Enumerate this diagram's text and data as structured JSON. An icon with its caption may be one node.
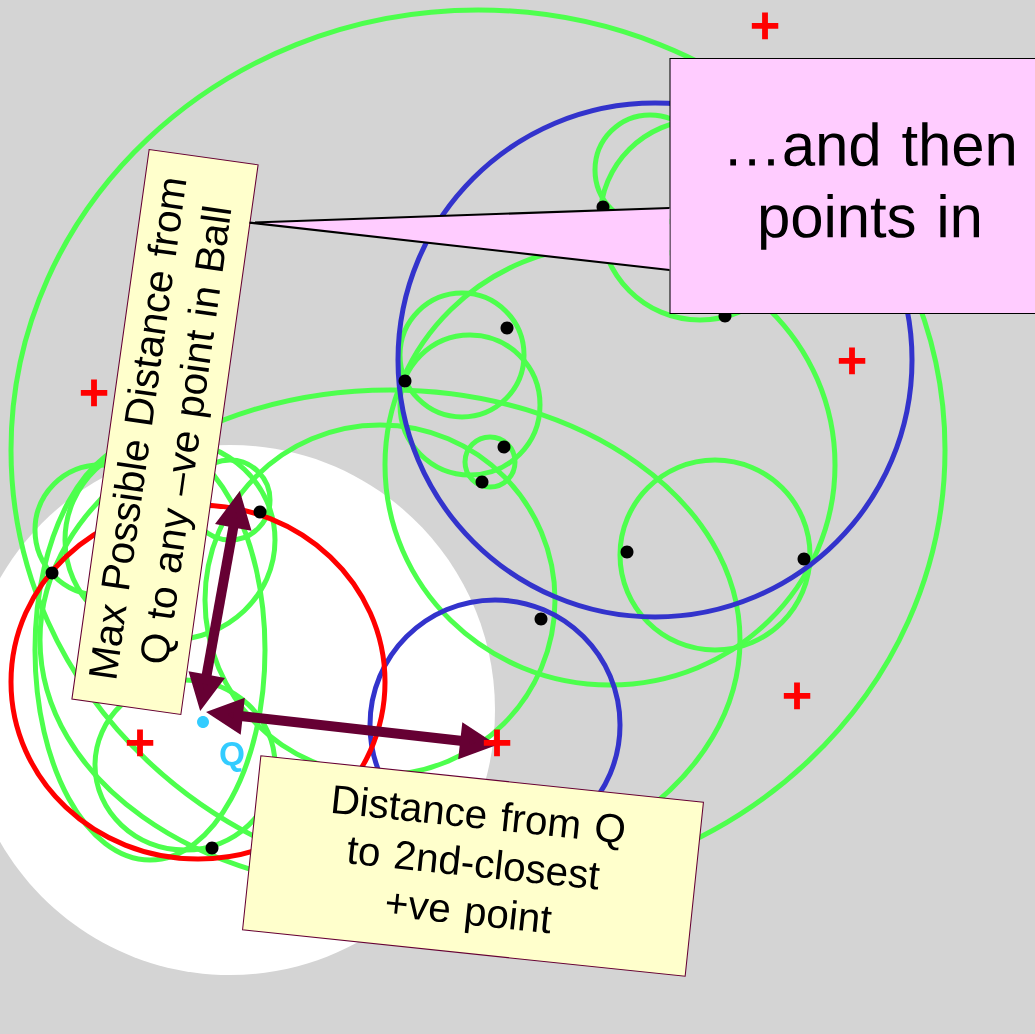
{
  "diagram": {
    "nodes": [
      {
        "text": [
          "…and then points in"
        ]
      },
      {
        "text": [
          "Max Possible Distance from Q to any –ve point in Ball"
        ]
      },
      {
        "text": [
          "Distance from Q to 2nd-closest +ve point"
        ]
      }
    ],
    "edges": [
      {
        "from": 0,
        "to": 1,
        "arrow": "none"
      }
    ],
    "labels": [
      "+",
      "+",
      "+",
      "+",
      "+",
      "+",
      "Q"
    ]
  }
}
